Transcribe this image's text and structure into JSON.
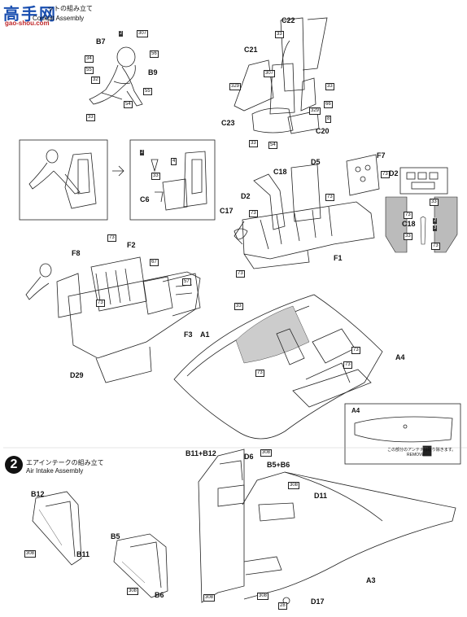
{
  "watermark": {
    "title": "高手网",
    "site": "gao-shou.com"
  },
  "step1": {
    "title_jp": "ットの組み立て",
    "title_en": "Cockpit Assembly"
  },
  "step2": {
    "number": "2",
    "title_jp": "エアインテークの組み立て",
    "title_en": "Air Intake Assembly"
  },
  "callout_a4": {
    "label": "A4",
    "note_jp": "この部分のアンテナは取り除きます。",
    "note_en": "REMOVE"
  },
  "parts": {
    "b7": "B7",
    "b9": "B9",
    "c22": "C22",
    "c21": "C21",
    "c23": "C23",
    "c20": "C20",
    "c6": "C6",
    "c18a": "C18",
    "d5": "D5",
    "f7": "F7",
    "d2a": "D2",
    "d2b": "D2",
    "c17": "C17",
    "f1": "F1",
    "c18b": "C18",
    "f8": "F8",
    "f2": "F2",
    "f3": "F3",
    "a1": "A1",
    "a4": "A4",
    "d29": "D29",
    "b12a": "B12",
    "b11a": "B11",
    "b5a": "B5",
    "b6a": "B6",
    "b11b12": "B11+B12",
    "d6": "D6",
    "b5b6": "B5+B6",
    "d11": "D11",
    "a3": "A3",
    "d17": "D17"
  },
  "paint": {
    "n2": "2",
    "n307a": "307",
    "n56": "56",
    "n34": "34",
    "n55": "55",
    "n32": "32",
    "n55b": "55",
    "n54": "54",
    "n33a": "33",
    "n33b": "33",
    "n307b": "307",
    "n329a": "329",
    "n33c": "33",
    "n66": "66",
    "n329b": "329",
    "n8": "8",
    "n33d": "33",
    "n54b": "54",
    "n2b": "2",
    "n4": "4",
    "n33e": "33",
    "n73a": "73",
    "n73b": "73",
    "n73c": "73",
    "n73d": "73",
    "n73e": "73",
    "n73f": "73",
    "n33f": "33",
    "n2c": "2",
    "n3": "3",
    "n33g": "33",
    "n73g": "73",
    "n73h": "73",
    "n67": "67",
    "n57": "57",
    "n33h": "33",
    "n73i": "73",
    "n73j": "73",
    "n73k": "73",
    "n308a": "308",
    "n308b": "308",
    "n308c": "308",
    "n308d": "308",
    "n308e": "308",
    "n308f": "308",
    "n28": "28"
  }
}
